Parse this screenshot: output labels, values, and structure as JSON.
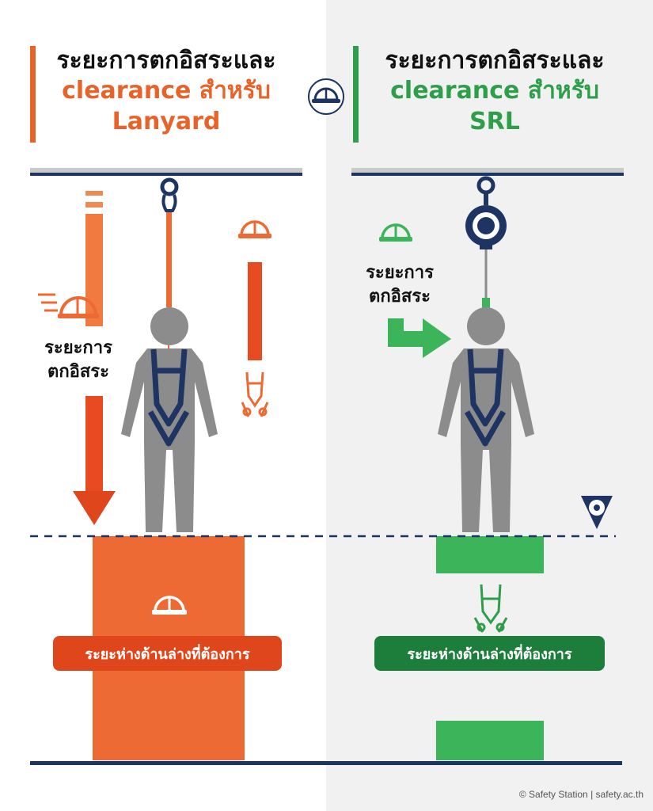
{
  "left": {
    "title_line1": "ระยะการตกอิสระและ",
    "title_line2": "clearance สำหรับ",
    "title_line3": "Lanyard",
    "free_fall_line1": "ระยะการ",
    "free_fall_line2": "ตกอิสระ",
    "clearance_label": "ระยะห่างด้านล่างที่ต้องการ"
  },
  "right": {
    "title_line1": "ระยะการตกอิสระและ",
    "title_line2": "clearance สำหรับ",
    "title_line3": "SRL",
    "free_fall_line1": "ระยะการ",
    "free_fall_line2": "ตกอิสระ",
    "clearance_label": "ระยะห่างด้านล่างที่ต้องการ"
  },
  "credit": "© Safety Station | safety.ac.th",
  "colors": {
    "orange": "#e8632a",
    "red": "#e0461b",
    "green": "#2e9e4a",
    "dark_green": "#1d7d3a",
    "navy": "#1e3563",
    "figure_gray": "#8c8c8c"
  },
  "icons": [
    "hard-hat-icon",
    "harness-icon",
    "anchor-hook-icon",
    "srl-device-icon",
    "location-pin-icon"
  ]
}
